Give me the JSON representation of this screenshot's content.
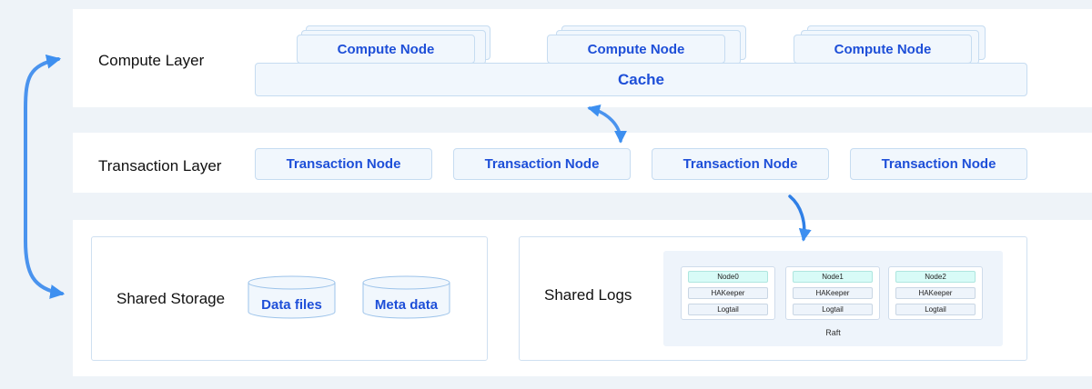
{
  "layers": {
    "compute": {
      "label": "Compute Layer",
      "nodes": [
        "Compute Node",
        "Compute Node",
        "Compute Node"
      ],
      "cache": "Cache"
    },
    "transaction": {
      "label": "Transaction Layer",
      "nodes": [
        "Transaction Node",
        "Transaction Node",
        "Transaction Node",
        "Transaction Node"
      ]
    },
    "storage": {
      "shared_storage": {
        "label": "Shared Storage",
        "items": [
          "Data files",
          "Meta data"
        ]
      },
      "shared_logs": {
        "label": "Shared Logs",
        "groups": [
          {
            "node": "Node0",
            "hakeeper": "HAKeeper",
            "logtail": "Logtail"
          },
          {
            "node": "Node1",
            "hakeeper": "HAKeeper",
            "logtail": "Logtail"
          },
          {
            "node": "Node2",
            "hakeeper": "HAKeeper",
            "logtail": "Logtail"
          }
        ],
        "raft": "Raft"
      }
    }
  },
  "colors": {
    "background": "#eef3f8",
    "band": "#ffffff",
    "box_fill": "#f1f7fd",
    "box_border": "#c6dcf1",
    "text_accent": "#1e4fd8",
    "arrow": "#3d8ff0",
    "node_highlight": "#d8fbf7"
  }
}
